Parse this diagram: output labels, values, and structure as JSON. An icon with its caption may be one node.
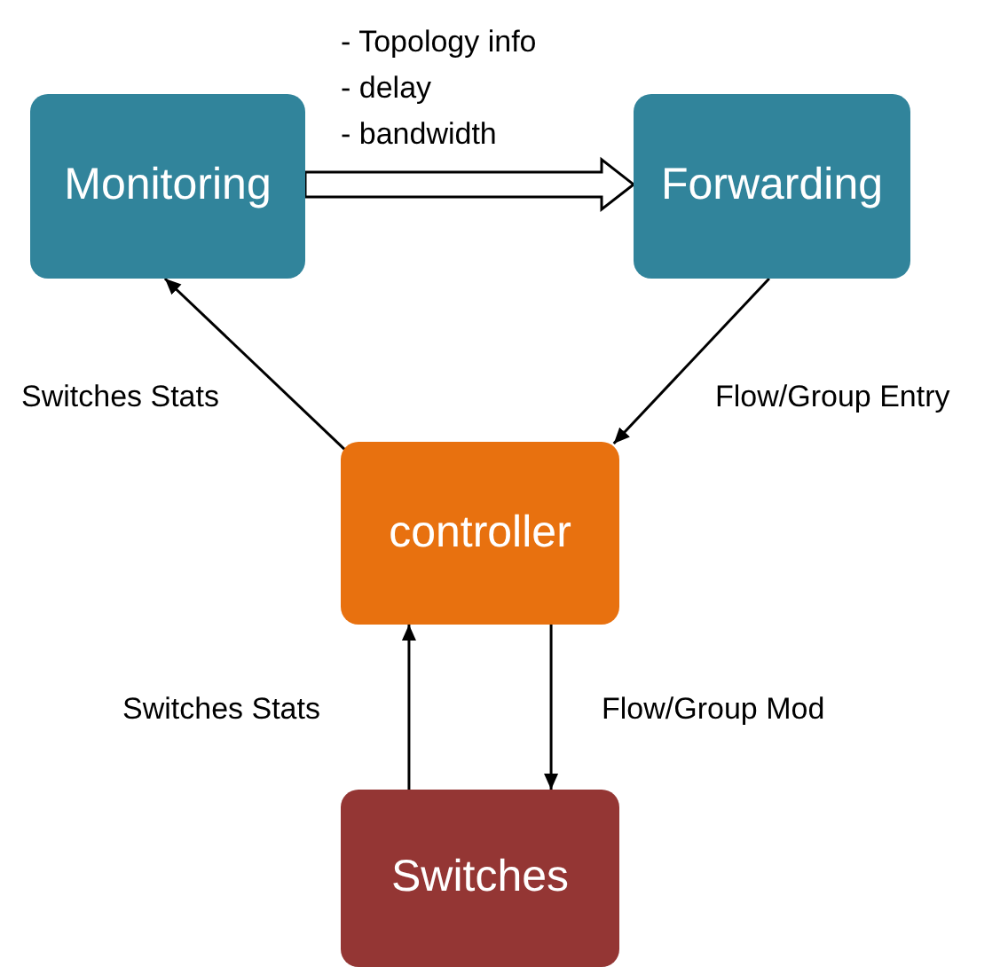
{
  "diagram": {
    "nodes": [
      {
        "text": [
          "Monitoring"
        ]
      },
      {
        "text": [
          "Forwarding"
        ]
      },
      {
        "text": [
          "controller"
        ]
      },
      {
        "text": [
          "Switches"
        ]
      }
    ],
    "edges": [
      {
        "from": 0,
        "to": 1,
        "arrow": "to",
        "style": "thick"
      },
      {
        "from": 2,
        "to": 0,
        "arrow": "to",
        "label": "Switches Stats"
      },
      {
        "from": 1,
        "to": 2,
        "arrow": "to",
        "label": "Flow/Group Entry"
      },
      {
        "from": 3,
        "to": 2,
        "arrow": "to",
        "label": "Switches Stats"
      },
      {
        "from": 2,
        "to": 3,
        "arrow": "to",
        "label": "Flow/Group Mod"
      }
    ],
    "labels": [
      "- Topology info",
      "- delay",
      "- bandwidth"
    ]
  }
}
